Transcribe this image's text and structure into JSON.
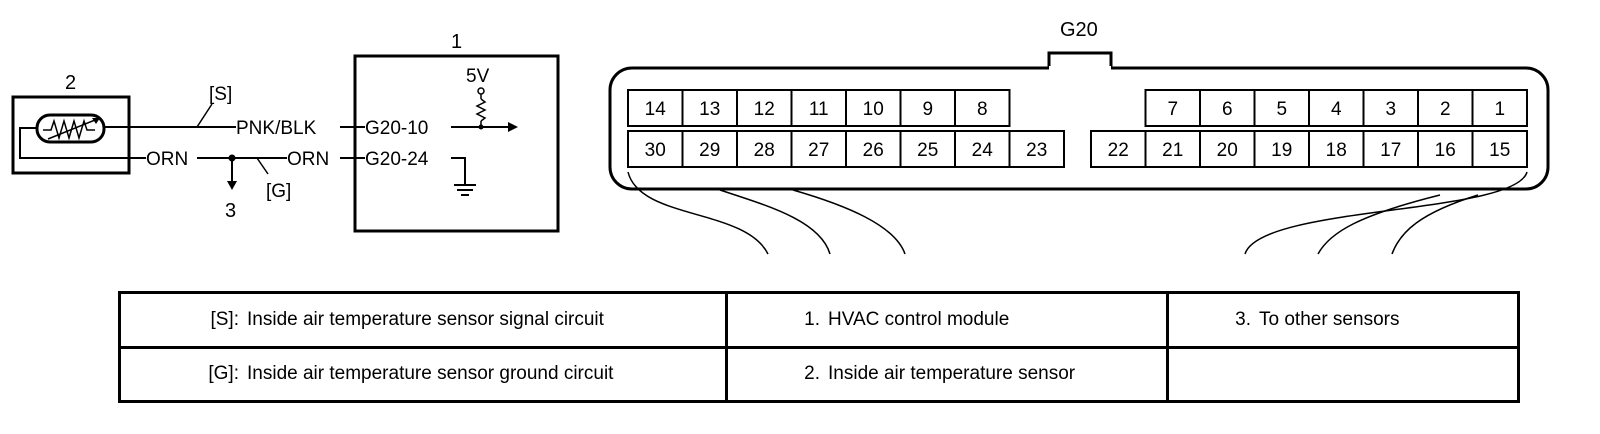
{
  "circuit": {
    "module_number": "1",
    "sensor_number": "2",
    "other_sensors_number": "3",
    "supply_voltage": "5V",
    "signal_tag": "[S]",
    "ground_tag": "[G]",
    "signal_wire_color": "PNK/BLK",
    "ground_wire_color_sensor_side": "ORN",
    "ground_wire_color_module_side": "ORN",
    "signal_terminal": "G20-10",
    "ground_terminal": "G20-24"
  },
  "connector": {
    "name": "G20",
    "top_row_left": [
      "14",
      "13",
      "12",
      "11",
      "10",
      "9",
      "8"
    ],
    "top_row_right": [
      "7",
      "6",
      "5",
      "4",
      "3",
      "2",
      "1"
    ],
    "bottom_row_left": [
      "30",
      "29",
      "28",
      "27",
      "26",
      "25",
      "24",
      "23"
    ],
    "bottom_row_right": [
      "22",
      "21",
      "20",
      "19",
      "18",
      "17",
      "16",
      "15"
    ]
  },
  "legend": {
    "rows": [
      [
        {
          "code": "[S]:",
          "text": "Inside air temperature sensor signal circuit"
        },
        {
          "code": "1.",
          "text": "HVAC control module"
        },
        {
          "code": "3.",
          "text": "To other sensors"
        }
      ],
      [
        {
          "code": "[G]:",
          "text": "Inside air temperature sensor ground circuit"
        },
        {
          "code": "2.",
          "text": "Inside air temperature sensor"
        },
        {
          "code": "",
          "text": ""
        }
      ]
    ]
  }
}
